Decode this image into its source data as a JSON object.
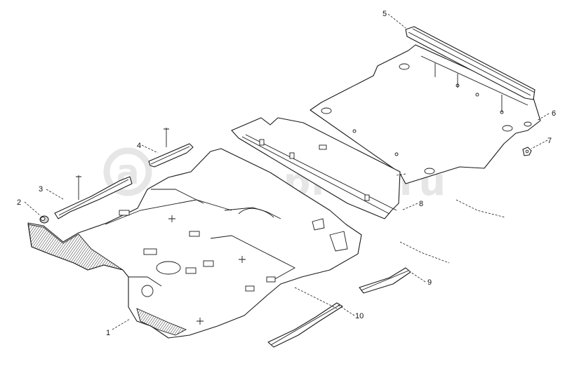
{
  "watermark": {
    "text": "autopiter.ru",
    "logo_letter": "a"
  },
  "callouts": [
    {
      "id": "1",
      "label": "1"
    },
    {
      "id": "2",
      "label": "2"
    },
    {
      "id": "3",
      "label": "3"
    },
    {
      "id": "4",
      "label": "4"
    },
    {
      "id": "5",
      "label": "5"
    },
    {
      "id": "6",
      "label": "6"
    },
    {
      "id": "7",
      "label": "7"
    },
    {
      "id": "8",
      "label": "8"
    },
    {
      "id": "9",
      "label": "9"
    },
    {
      "id": "10",
      "label": "10"
    }
  ],
  "colors": {
    "line": "#1a1a1a",
    "background": "#ffffff",
    "watermark": "#e6e6e6"
  }
}
